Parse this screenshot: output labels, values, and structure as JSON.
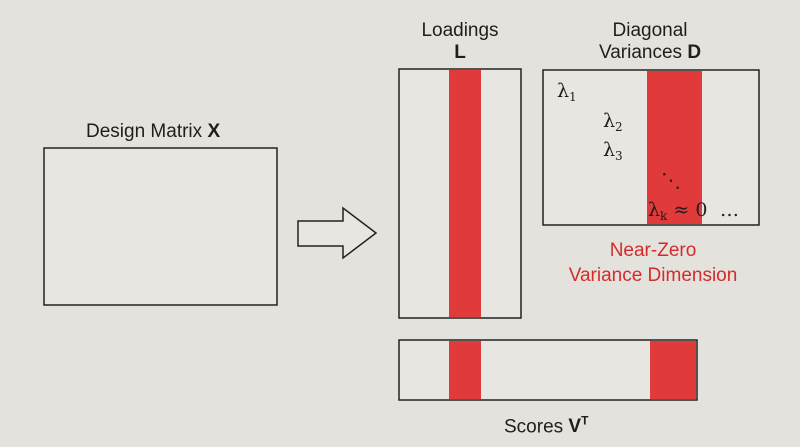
{
  "design_matrix": {
    "label": "Design Matrix",
    "symbol": "X"
  },
  "loadings": {
    "label": "Loadings",
    "symbol": "L"
  },
  "variances": {
    "label": "Diagonal",
    "label2": "Variances",
    "symbol": "D",
    "entries": {
      "l1": "λ",
      "l1_sub": "1",
      "l2": "λ",
      "l2_sub": "2",
      "l3": "λ",
      "l3_sub": "3",
      "dots": "⋱",
      "lk": "λ",
      "lk_sub": "k",
      "lk_tail": "≈ 0",
      "ellipsis": "…"
    }
  },
  "note": {
    "line1": "Near-Zero",
    "line2": "Variance Dimension"
  },
  "scores": {
    "label": "Scores",
    "symbol": "V",
    "sup": "T"
  },
  "colors": {
    "highlight": "#e03a3a",
    "note_text": "#d52b2b",
    "stroke": "#222222",
    "background": "#e4e2dd"
  },
  "icons": {
    "arrow": "right-arrow-icon"
  }
}
